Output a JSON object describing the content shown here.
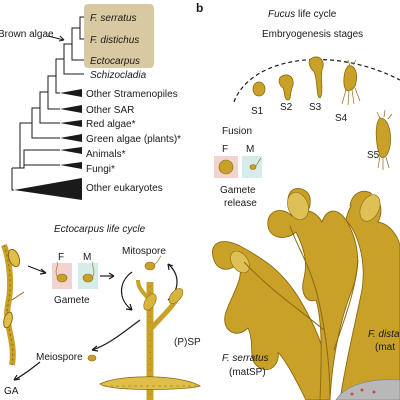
{
  "panel_b_letter": "b",
  "tree": {
    "clade_label": "Brown algae",
    "highlighted_taxa": [
      "F. serratus",
      "F. distichus",
      "Ectocarpus"
    ],
    "taxa": [
      "Schizocladia",
      "Other Stramenopiles",
      "Other SAR",
      "Red algae*",
      "Green algae (plants)*",
      "Animals*",
      "Fungi*",
      "Other eukaryotes"
    ]
  },
  "ecto": {
    "title": "Ectocarpus life cycle",
    "F": "F",
    "M": "M",
    "gamete": "Gamete",
    "mitospore": "Mitospore",
    "psp": "(P)SP",
    "meiospore": "Meiospore",
    "ga": "GA"
  },
  "fucus": {
    "title_italic": "Fucus",
    "title_rest": " life cycle",
    "embryo_title": "Embryogenesis stages",
    "stages": [
      "S1",
      "S2",
      "S3",
      "S4",
      "S5"
    ],
    "fusion": "Fusion",
    "F": "F",
    "M": "M",
    "gamete_line1": "Gamete",
    "gamete_line2": "release",
    "serratus_name": "F. serratus",
    "serratus_sub": "(matSP)",
    "distichus_name": "F. dista",
    "distichus_sub": "(mat"
  },
  "colors": {
    "alga": "#c9a028",
    "alga_dark": "#8a6a10",
    "highlight_box": "#d9c9a0",
    "female_pink": "#f2d3cf",
    "male_blue": "#d5ecea"
  }
}
